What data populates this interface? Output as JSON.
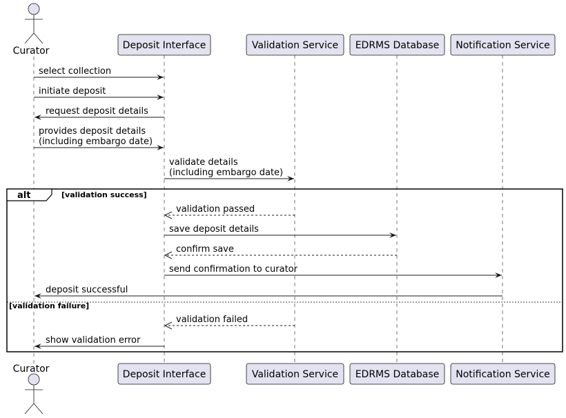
{
  "participants": {
    "curator": {
      "label": "Curator",
      "kind": "actor"
    },
    "deposit_interface": {
      "label": "Deposit Interface",
      "kind": "participant"
    },
    "validation_service": {
      "label": "Validation Service",
      "kind": "participant"
    },
    "edrms_database": {
      "label": "EDRMS Database",
      "kind": "participant"
    },
    "notification_service": {
      "label": "Notification Service",
      "kind": "participant"
    }
  },
  "messages": [
    {
      "from": "curator",
      "to": "deposit_interface",
      "lines": [
        "select collection"
      ],
      "style": "solid"
    },
    {
      "from": "curator",
      "to": "deposit_interface",
      "lines": [
        "initiate deposit"
      ],
      "style": "solid"
    },
    {
      "from": "deposit_interface",
      "to": "curator",
      "lines": [
        "request deposit details"
      ],
      "style": "solid"
    },
    {
      "from": "curator",
      "to": "deposit_interface",
      "lines": [
        "provides deposit details",
        "(including embargo date)"
      ],
      "style": "solid"
    },
    {
      "from": "deposit_interface",
      "to": "validation_service",
      "lines": [
        "validate details",
        "(including embargo date)"
      ],
      "style": "solid"
    },
    {
      "from": "validation_service",
      "to": "deposit_interface",
      "lines": [
        "validation passed"
      ],
      "style": "dashed"
    },
    {
      "from": "deposit_interface",
      "to": "edrms_database",
      "lines": [
        "save deposit details"
      ],
      "style": "solid"
    },
    {
      "from": "edrms_database",
      "to": "deposit_interface",
      "lines": [
        "confirm save"
      ],
      "style": "dashed"
    },
    {
      "from": "deposit_interface",
      "to": "notification_service",
      "lines": [
        "send confirmation to curator"
      ],
      "style": "solid"
    },
    {
      "from": "notification_service",
      "to": "curator",
      "lines": [
        "deposit successful"
      ],
      "style": "solid"
    },
    {
      "from": "validation_service",
      "to": "deposit_interface",
      "lines": [
        "validation failed"
      ],
      "style": "dashed"
    },
    {
      "from": "deposit_interface",
      "to": "curator",
      "lines": [
        "show validation error"
      ],
      "style": "solid"
    }
  ],
  "fragment": {
    "keyword": "alt",
    "success_guard": "[validation success]",
    "failure_guard": "[validation failure]"
  },
  "colors": {
    "participant_fill": "#e2e2f0",
    "participant_border": "#181818",
    "lifeline": "#181818",
    "arrow": "#181818"
  }
}
